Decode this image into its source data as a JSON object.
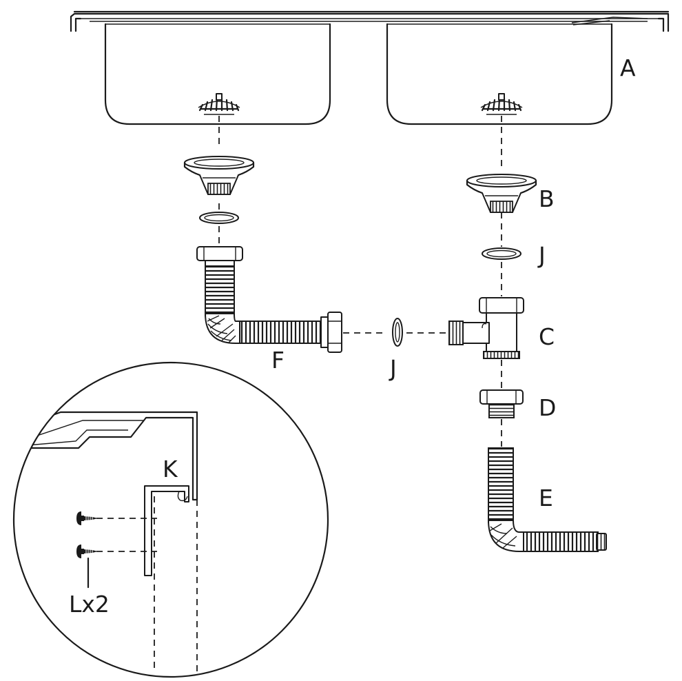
{
  "labels": {
    "a": "A",
    "b": "B",
    "j_top": "J",
    "c": "C",
    "d": "D",
    "e": "E",
    "f": "F",
    "j_mid": "J",
    "k": "K",
    "l": "Lx2"
  }
}
